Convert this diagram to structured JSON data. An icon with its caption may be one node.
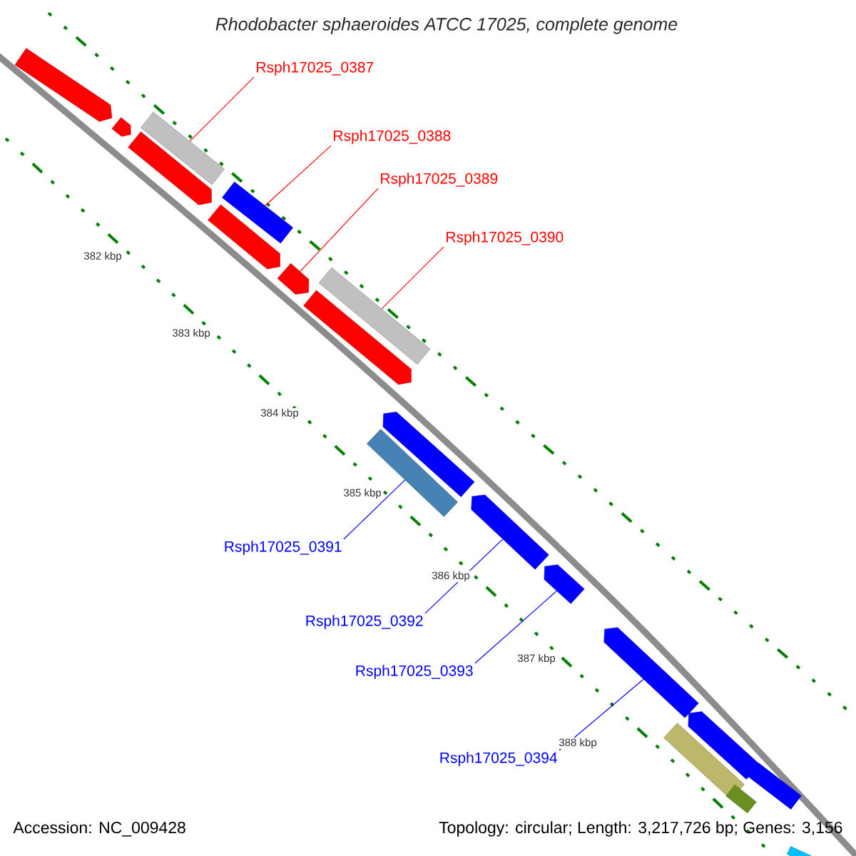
{
  "diagram": {
    "title": "Rhodobacter sphaeroides ATCC 17025, complete genome",
    "nodes": [
      {
        "text": [
          "Rsph17025_0387"
        ]
      },
      {
        "text": [
          "Rsph17025_0388"
        ]
      },
      {
        "text": [
          "Rsph17025_0389"
        ]
      },
      {
        "text": [
          "Rsph17025_0390"
        ]
      },
      {
        "text": [
          "Rsph17025_0391"
        ]
      },
      {
        "text": [
          "Rsph17025_0392"
        ]
      },
      {
        "text": [
          "Rsph17025_0393"
        ]
      },
      {
        "text": [
          "Rsph17025_0394"
        ]
      },
      {
        "text": [],
        "shape": "arrow"
      },
      {
        "text": [],
        "shape": "arrow"
      },
      {
        "text": [],
        "shape": "arrow"
      },
      {
        "text": [],
        "shape": "bar"
      },
      {
        "text": [],
        "shape": "arrow"
      },
      {
        "text": [],
        "shape": "bar"
      },
      {
        "text": [],
        "shape": "arrow"
      },
      {
        "text": [],
        "shape": "arrow"
      },
      {
        "text": [],
        "shape": "bar"
      },
      {
        "text": [],
        "shape": "bar"
      },
      {
        "text": [],
        "shape": "arrow"
      },
      {
        "text": [],
        "shape": "arrow"
      },
      {
        "text": [],
        "shape": "arrow"
      },
      {
        "text": [],
        "shape": "arrow"
      },
      {
        "text": [],
        "shape": "bar"
      },
      {
        "text": [],
        "shape": "arrow"
      },
      {
        "text": [],
        "shape": "bar"
      },
      {
        "text": [],
        "shape": "bar"
      },
      {
        "text": [],
        "shape": "arrow"
      }
    ],
    "edges": [
      {
        "from": 0,
        "to": 11,
        "arrow": "none",
        "color": "#ff0000"
      },
      {
        "from": 1,
        "to": 13,
        "arrow": "none",
        "color": "#ff0000"
      },
      {
        "from": 2,
        "to": 14,
        "arrow": "none",
        "color": "#ff0000"
      },
      {
        "from": 3,
        "to": 16,
        "arrow": "none",
        "color": "#ff0000"
      },
      {
        "from": 4,
        "to": 17,
        "arrow": "none",
        "color": "#0000ff"
      },
      {
        "from": 5,
        "to": 19,
        "arrow": "none",
        "color": "#0000ff"
      },
      {
        "from": 6,
        "to": 20,
        "arrow": "none",
        "color": "#0000ff"
      },
      {
        "from": 7,
        "to": 21,
        "arrow": "none",
        "color": "#0000ff"
      }
    ],
    "labels": [
      "382 kbp",
      "383 kbp",
      "384 kbp",
      "385 kbp",
      "386 kbp",
      "387 kbp",
      "388 kbp",
      "Accession: NC_009428",
      "Topology: circular; Length: 3,217,726 bp; Genes: 3,156"
    ]
  }
}
